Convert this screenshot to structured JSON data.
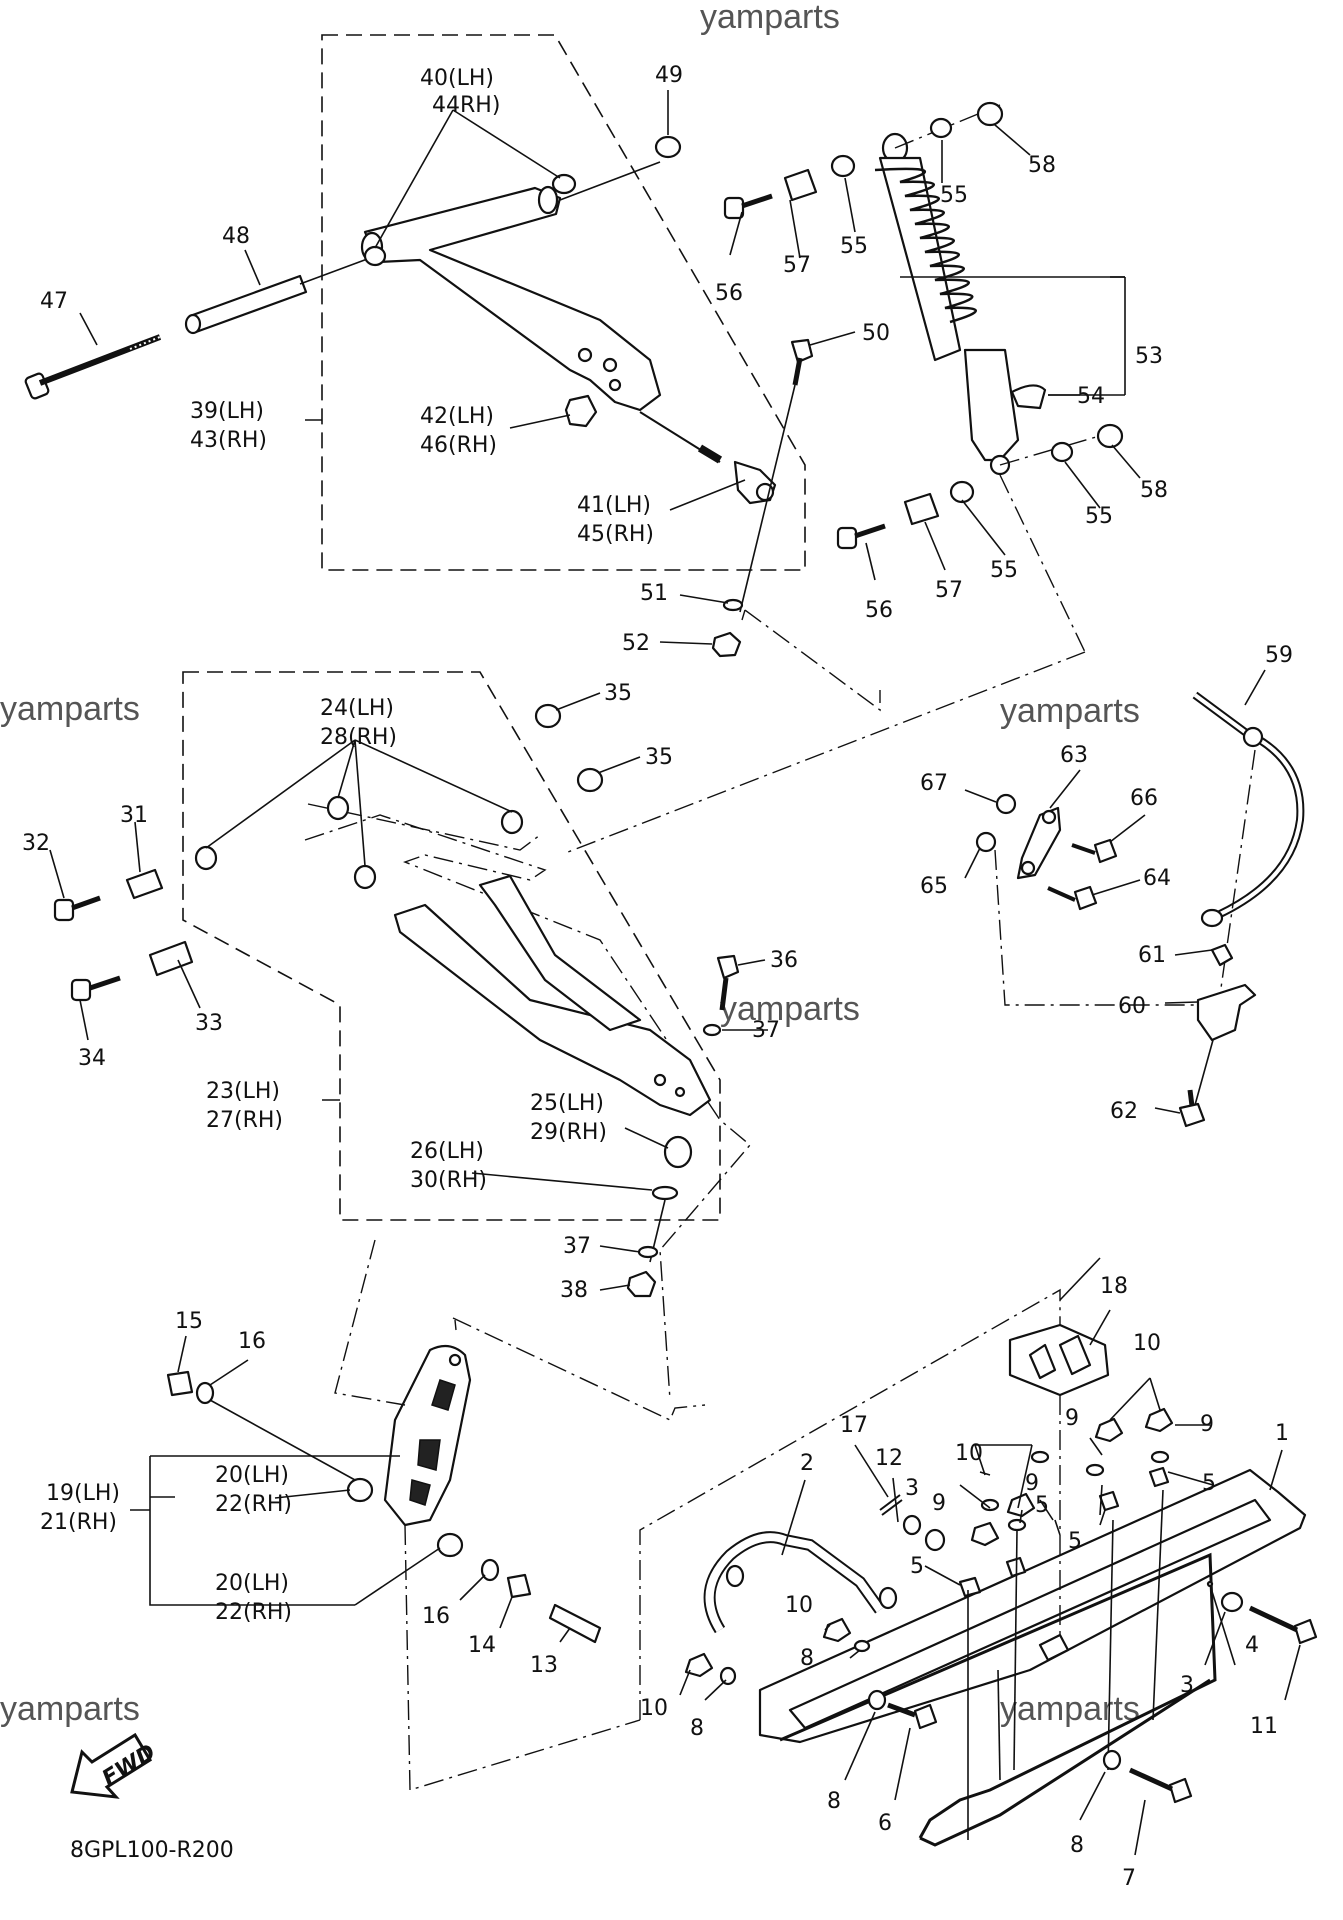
{
  "watermarks": [
    "yamparts",
    "yamparts",
    "yamparts",
    "yamparts",
    "yamparts",
    "yamparts"
  ],
  "diagram_code": "8GPL100-R200",
  "fwd_label": "FWD",
  "callouts": {
    "c1": "1",
    "c2": "2",
    "c3a": "3",
    "c3b": "3",
    "c4": "4",
    "c5a": "5",
    "c5b": "5",
    "c5c": "5",
    "c5d": "5",
    "c6": "6",
    "c7": "7",
    "c8a": "8",
    "c8b": "8",
    "c8c": "8",
    "c8d": "8",
    "c9a": "9",
    "c9b": "9",
    "c9c": "9",
    "c9d": "9",
    "c10a": "10",
    "c10b": "10",
    "c10c": "10",
    "c10d": "10",
    "c11": "11",
    "c12": "12",
    "c13": "13",
    "c14": "14",
    "c15": "15",
    "c16a": "16",
    "c16b": "16",
    "c17": "17",
    "c18": "18",
    "c19": "19(LH)",
    "c21": "21(RH)",
    "c20a": "20(LH)",
    "c22a": "22(RH)",
    "c20b": "20(LH)",
    "c22b": "22(RH)",
    "c23": "23(LH)",
    "c27": "27(RH)",
    "c24": "24(LH)",
    "c28": "28(RH)",
    "c25": "25(LH)",
    "c29": "29(RH)",
    "c26": "26(LH)",
    "c30": "30(RH)",
    "c31": "31",
    "c32": "32",
    "c33": "33",
    "c34": "34",
    "c35a": "35",
    "c35b": "35",
    "c36": "36",
    "c37a": "37",
    "c37b": "37",
    "c38": "38",
    "c39": "39(LH)",
    "c43": "43(RH)",
    "c40": "40(LH)",
    "c44": "44RH)",
    "c41": "41(LH)",
    "c45": "45(RH)",
    "c42": "42(LH)",
    "c46": "46(RH)",
    "c47": "47",
    "c48": "48",
    "c49": "49",
    "c50": "50",
    "c51": "51",
    "c52": "52",
    "c53": "53",
    "c54": "54",
    "c55a": "55",
    "c55b": "55",
    "c55c": "55",
    "c55d": "55",
    "c56a": "56",
    "c56b": "56",
    "c57a": "57",
    "c57b": "57",
    "c58a": "58",
    "c58b": "58",
    "c59": "59",
    "c60": "60",
    "c61": "61",
    "c62": "62",
    "c63": "63",
    "c64": "64",
    "c65": "65",
    "c66": "66",
    "c67": "67"
  }
}
